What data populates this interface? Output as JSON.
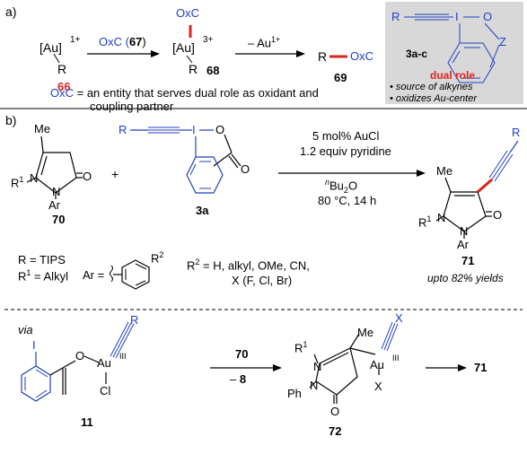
{
  "panel_a": {
    "label": "a)",
    "au": "[Au]",
    "charge_1": "1+",
    "charge_3": "3+",
    "r": "R",
    "cmpd_66": "66",
    "reagent_oxc": "OxC (",
    "reagent_num": "67",
    "reagent_close": ")",
    "minus_au": "– Au",
    "minus_au_charge": "1+",
    "oxc": "OxC",
    "cmpd_68": "68",
    "cmpd_69": "69",
    "def_oxc": "OxC",
    "def_text_1": " = an entity that serves dual role as oxidant and",
    "def_text_2": "coupling partner",
    "box": {
      "r": "R",
      "i": "I",
      "o": "O",
      "z": "Z",
      "label": "3a-c",
      "dual_role": "dual role",
      "bullet_1": "• source of alkynes",
      "bullet_2": "• oxidizes Au-center"
    }
  },
  "panel_b": {
    "label": "b)",
    "me": "Me",
    "r1": "R",
    "r1_sup": "1",
    "n": "N",
    "o": "O",
    "ar": "Ar",
    "cmpd_70": "70",
    "plus": "+",
    "r_alk": "R",
    "i": "I",
    "cmpd_3a": "3a",
    "cond_1": "5 mol% AuCl",
    "cond_2": "1.2 equiv pyridine",
    "cond_3_sup": "n",
    "cond_3": "Bu",
    "cond_3_sub": "2",
    "cond_3_end": "O",
    "cond_4": "80 °C, 14 h",
    "prod_r": "R",
    "cmpd_71": "71",
    "yield": "upto 82% yields",
    "def_r": "R = TIPS",
    "def_r1": "R",
    "def_r1_sup": "1",
    "def_r1_end": " = Alkyl",
    "def_ar": "Ar = ",
    "def_r2": "R",
    "def_r2_sup": "2",
    "def_r2_end": " = H, alkyl, OMe, CN,",
    "def_r2_line2": "X (F, Cl, Br)",
    "r2_ring": "R",
    "r2_ring_sup": "2"
  },
  "panel_c": {
    "via": "via",
    "i": "I",
    "o": "O",
    "au": "Au",
    "iii": "III",
    "cl": "Cl",
    "r": "R",
    "cmpd_11": "11",
    "arrow_num": "70",
    "arrow_minus": "– ",
    "arrow_minus_num": "8",
    "r1": "R",
    "r1_sup": "1",
    "me": "Me",
    "n": "N",
    "ph": "Ph",
    "x_top": "X",
    "x": "X",
    "cmpd_72": "72",
    "cmpd_71": "71"
  }
}
